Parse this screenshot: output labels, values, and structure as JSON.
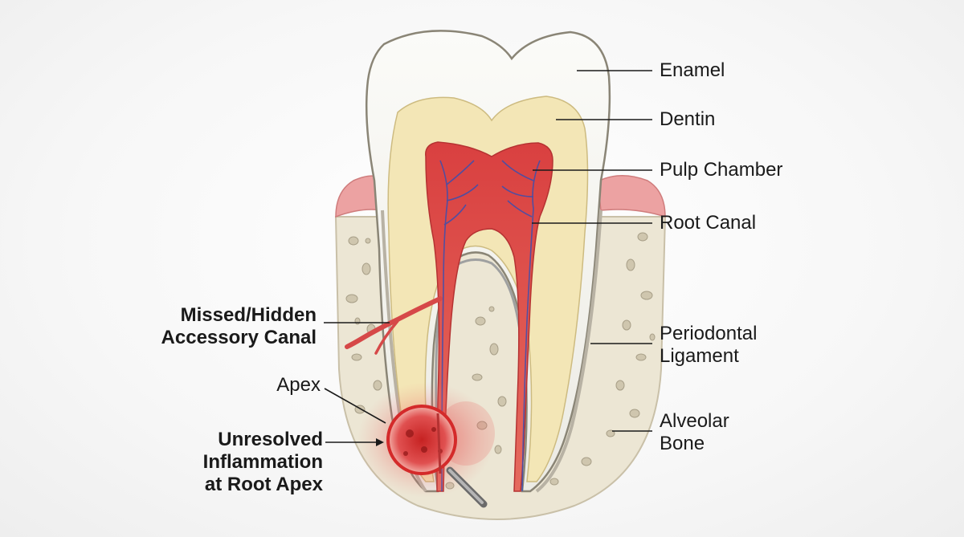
{
  "labels": {
    "enamel": "Enamel",
    "dentin": "Dentin",
    "pulp_chamber": "Pulp Chamber",
    "root_canal": "Root Canal",
    "periodontal_ligament": [
      "Periodontal",
      "Ligament"
    ],
    "alveolar_bone": [
      "Alveolar",
      "Bone"
    ],
    "accessory_canal": [
      "Missed/Hidden",
      "Accessory Canal"
    ],
    "apex": "Apex",
    "inflammation": [
      "Unresolved",
      "Inflammation",
      "at Root Apex"
    ]
  },
  "colors": {
    "enamel": "#f4f3ef",
    "dentin": "#f3e6b8",
    "pulp": "#d64848",
    "bone": "#ece6d6",
    "gum": "#eba0a0",
    "leader": "#1a1a1a",
    "inflammation": "#e02b2b"
  }
}
